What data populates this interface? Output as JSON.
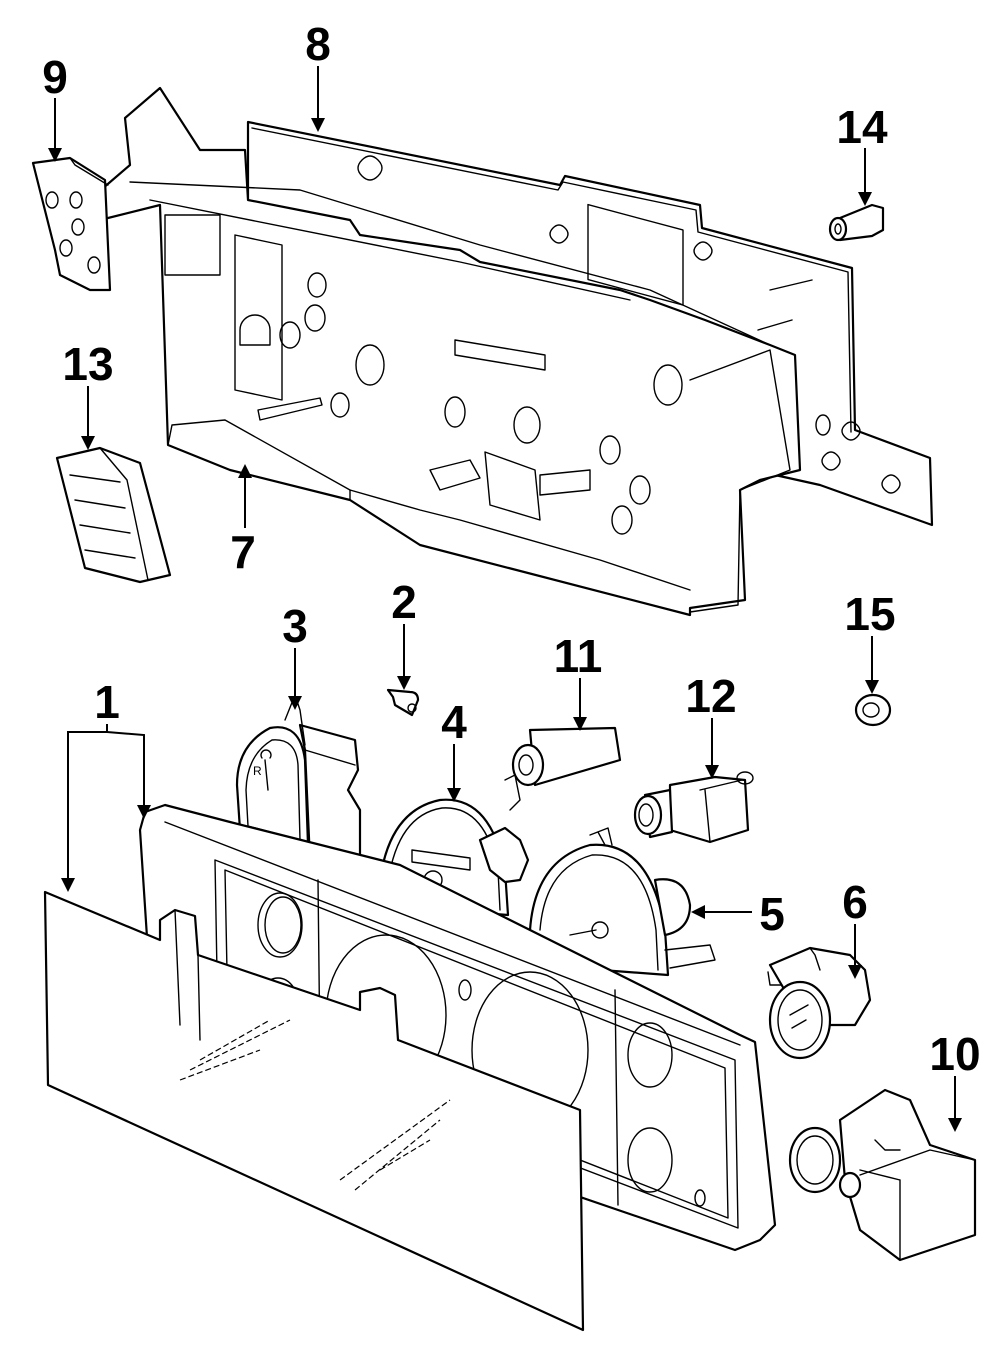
{
  "diagram": {
    "title": "Instrument Cluster - Exploded View",
    "colors": {
      "line": "#000000",
      "background": "#ffffff"
    },
    "callouts": [
      {
        "id": "1",
        "label": "1",
        "part": "cluster-lens"
      },
      {
        "id": "2",
        "label": "2",
        "part": "clip"
      },
      {
        "id": "3",
        "label": "3",
        "part": "gauge-small"
      },
      {
        "id": "4",
        "label": "4",
        "part": "speedometer"
      },
      {
        "id": "5",
        "label": "5",
        "part": "tachometer"
      },
      {
        "id": "6",
        "label": "6",
        "part": "gauge-round"
      },
      {
        "id": "7",
        "label": "7",
        "part": "cluster-carrier"
      },
      {
        "id": "8",
        "label": "8",
        "part": "circuit-board"
      },
      {
        "id": "9",
        "label": "9",
        "part": "side-bracket"
      },
      {
        "id": "10",
        "label": "10",
        "part": "gauge-with-housing"
      },
      {
        "id": "11",
        "label": "11",
        "part": "bulb-socket-long"
      },
      {
        "id": "12",
        "label": "12",
        "part": "bulb-socket"
      },
      {
        "id": "13",
        "label": "13",
        "part": "vent-grille"
      },
      {
        "id": "14",
        "label": "14",
        "part": "bulb"
      },
      {
        "id": "15",
        "label": "15",
        "part": "washer"
      }
    ]
  }
}
